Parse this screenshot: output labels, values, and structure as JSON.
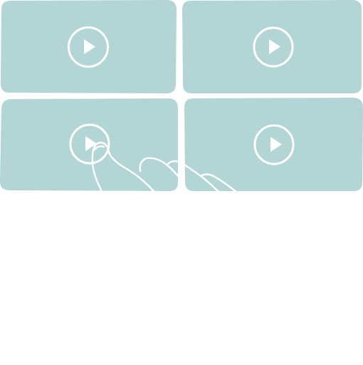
{
  "palette": {
    "tile": "#b3d5d6",
    "outline": "#ffffff",
    "background": "#ffffff"
  },
  "icons": {
    "play": "play-icon",
    "hand": "tapping-hand-icon"
  },
  "video_grid": {
    "tiles": [
      {
        "id": "top-left",
        "icon": "play-icon"
      },
      {
        "id": "top-right",
        "icon": "play-icon"
      },
      {
        "id": "bottom-left",
        "icon": "play-icon",
        "being_tapped": true
      },
      {
        "id": "bottom-right",
        "icon": "play-icon"
      }
    ]
  }
}
